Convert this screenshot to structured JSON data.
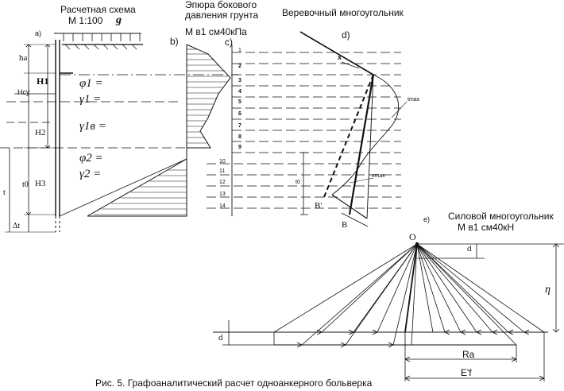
{
  "panel_a": {
    "title": "Расчетная схема",
    "scale": "М 1:100",
    "load": "g",
    "tag": "a)",
    "dims": {
      "h_a": "hа",
      "H1": "H1",
      "H_cy": "Hсу",
      "H2": "H2",
      "H3": "H3",
      "t": "t",
      "t0": "t0",
      "dt": "Δt"
    },
    "soil": {
      "phi1": "φ1 =",
      "gamma1": "γ1 =",
      "gamma1b": "γ1в =",
      "phi2": "φ2 =",
      "gamma2": "γ2 ="
    }
  },
  "panel_b": {
    "title_line1": "Эпюра бокового",
    "title_line2": "давления грунта",
    "scale": "М в1 см40кПа",
    "tag": "b)"
  },
  "panel_c": {
    "tag": "c)",
    "numbers": [
      "1",
      "2",
      "3",
      "4",
      "5",
      "6",
      "7",
      "8",
      "9",
      "10",
      "11",
      "12",
      "13",
      "14"
    ]
  },
  "panel_d": {
    "title": "Веревочный многоугольник",
    "tag": "d)",
    "labels": {
      "xa": "x",
      "xmax": "xmax",
      "tmax": "tmax",
      "B_prime": "B'",
      "B": "B",
      "t0": "t0"
    }
  },
  "panel_e": {
    "title": "Силовой многоугольник",
    "scale": "М в1 см40кН",
    "tag": "e)",
    "pole": "O",
    "d": "d",
    "eta": "η",
    "Ra": "Ra",
    "Ef": "E'f"
  },
  "caption": "Рис. 5. Графоаналитический расчет одноанкерного больверка"
}
